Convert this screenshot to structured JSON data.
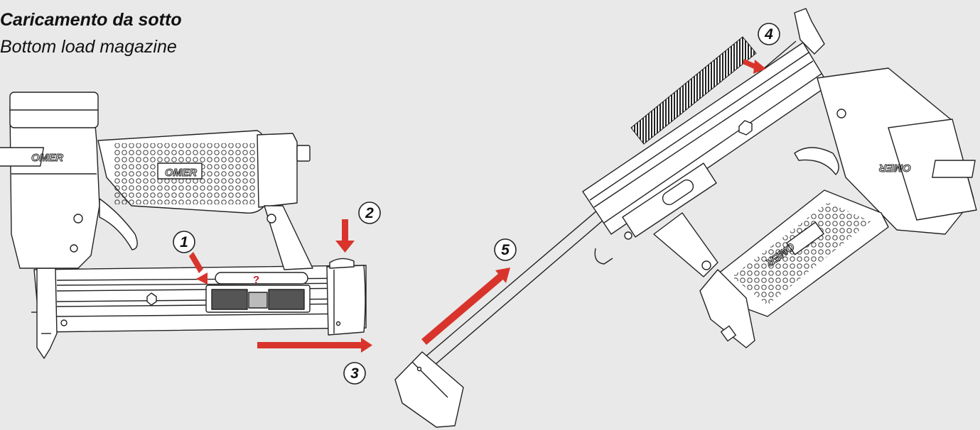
{
  "title": {
    "italian": "Caricamento da sotto",
    "english": "Bottom load magazine"
  },
  "brand_logo": "OMER",
  "status_indicator": "?",
  "steps": [
    "1",
    "2",
    "3",
    "4",
    "5"
  ],
  "colors": {
    "background": "#e9e9e9",
    "arrow": "#d8342c",
    "line": "#222222",
    "tool_fill": "#ffffff"
  }
}
